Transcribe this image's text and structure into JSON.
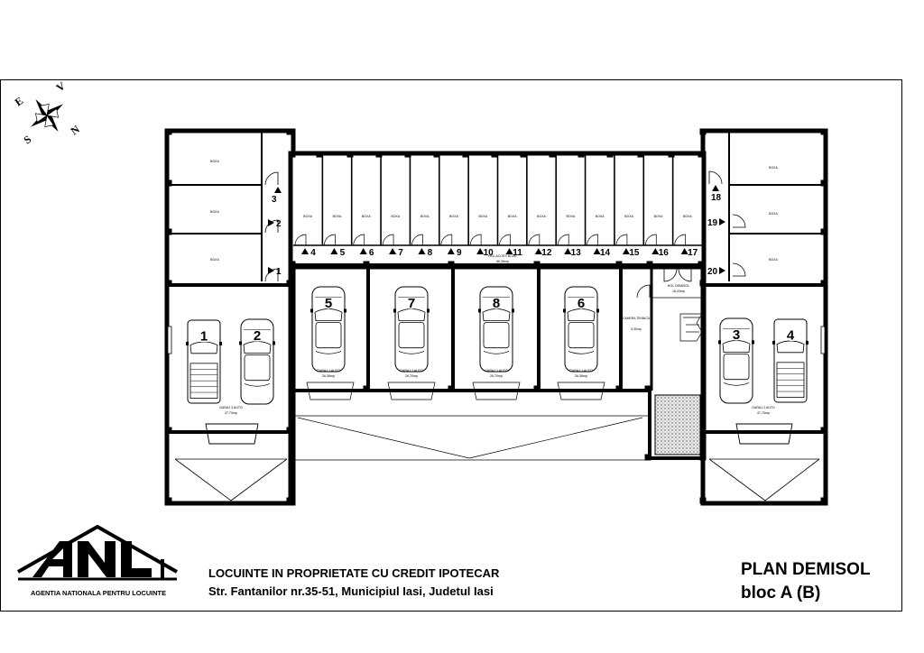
{
  "title_block": {
    "project_title": "LOCUINTE IN PROPRIETATE CU CREDIT IPOTECAR",
    "project_address": "Str. Fantanilor nr.35-51, Municipiul Iasi, Judetul Iasi",
    "sheet_title_line1": "PLAN DEMISOL",
    "sheet_title_line2": "bloc A (B)"
  },
  "logo": {
    "brand": "ANL",
    "caption": "AGENTIA NATIONALA PENTRU LOCUINTE"
  },
  "compass": {
    "letters": [
      "N",
      "E",
      "S",
      "V"
    ]
  },
  "storage_label": "BOXA",
  "corridor": {
    "label": "HOL ACCES BOXE",
    "area": "56,36mp"
  },
  "hall": {
    "label": "HOL DEMISOL",
    "area": "18,43mp"
  },
  "technical_room": {
    "label": "CAMERA TEHNICA",
    "area": "6,30mp"
  },
  "storage_left_numbers": [
    "3",
    "2",
    "1"
  ],
  "storage_middle_numbers": [
    "4",
    "5",
    "6",
    "7",
    "8",
    "9",
    "10",
    "11",
    "12",
    "13",
    "14",
    "15",
    "16",
    "17"
  ],
  "storage_right_numbers": [
    "18",
    "19",
    "20"
  ],
  "garages": [
    {
      "cars": [
        "1",
        "2"
      ],
      "label": "GARAJ 2 AUTO",
      "area": "47,70mp"
    },
    {
      "cars": [
        "5"
      ],
      "label": "GARAJ 1 AUTO",
      "area": "26,38mp"
    },
    {
      "cars": [
        "7"
      ],
      "label": "GARAJ 1 AUTO",
      "area": "26,70mp"
    },
    {
      "cars": [
        "8"
      ],
      "label": "GARAJ 1 AUTO",
      "area": "26,70mp"
    },
    {
      "cars": [
        "6"
      ],
      "label": "GARAJ 1 AUTO",
      "area": "26,38mp"
    },
    {
      "cars": [
        "3",
        "4"
      ],
      "label": "GARAJ 2 AUTO",
      "area": "47,70mp"
    }
  ]
}
